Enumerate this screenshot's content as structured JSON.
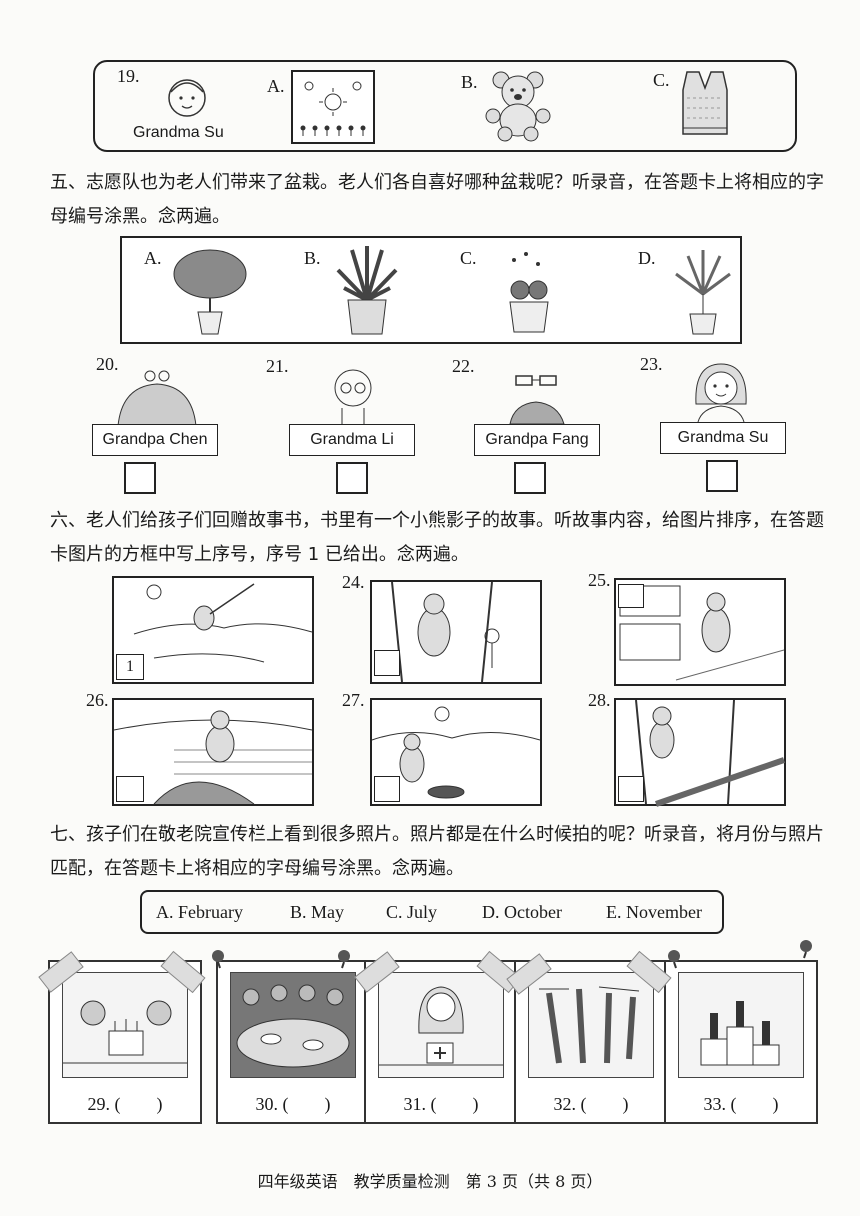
{
  "q19": {
    "number": "19.",
    "person": "Grandma Su",
    "options": [
      "A.",
      "B.",
      "C."
    ]
  },
  "section5": {
    "text": "五、志愿队也为老人们带来了盆栽。老人们各自喜好哪种盆栽呢？听录音，在答题卡上将相应的字母编号涂黑。念两遍。",
    "plant_labels": [
      "A.",
      "B.",
      "C.",
      "D."
    ],
    "people": [
      {
        "number": "20.",
        "name": "Grandpa Chen"
      },
      {
        "number": "21.",
        "name": "Grandma Li"
      },
      {
        "number": "22.",
        "name": "Grandpa Fang"
      },
      {
        "number": "23.",
        "name": "Grandma Su"
      }
    ]
  },
  "section6": {
    "text": "六、老人们给孩子们回赠故事书，书里有一个小熊影子的故事。听故事内容，给图片排序，在答题卡图片的方框中写上序号，序号 1 已给出。念两遍。",
    "first_label": "1",
    "numbers": [
      "24.",
      "25.",
      "26.",
      "27.",
      "28."
    ]
  },
  "section7": {
    "text": "七、孩子们在敬老院宣传栏上看到很多照片。照片都是在什么时候拍的呢？听录音，将月份与照片匹配，在答题卡上将相应的字母编号涂黑。念两遍。",
    "months": [
      "A. February",
      "B. May",
      "C. July",
      "D. October",
      "E. November"
    ],
    "photo_captions": [
      "29. (　　)",
      "30. (　　)",
      "31. (　　)",
      "32. (　　)",
      "33. (　　)"
    ]
  },
  "footer": "四年级英语　教学质量检测　第 3 页（共 8 页）"
}
